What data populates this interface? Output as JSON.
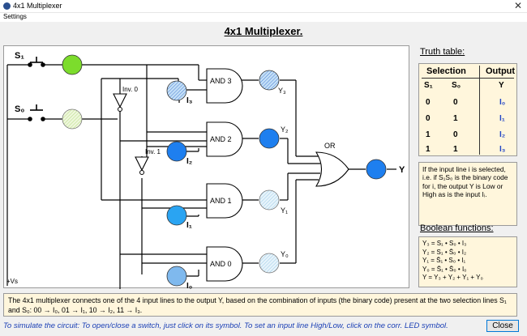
{
  "window": {
    "title": "4x1 Multiplexer",
    "close_glyph": "✕"
  },
  "menu": {
    "settings": "Settings"
  },
  "heading": "4x1 Multiplexer.",
  "circuit": {
    "switch_s1_label": "S₁",
    "switch_s0_label": "S₀",
    "inverter0_label": "Inv. 0",
    "inverter1_label": "Inv. 1",
    "gates": [
      "AND 3",
      "AND 2",
      "AND 1",
      "AND 0",
      "OR"
    ],
    "input_labels": [
      "I₃",
      "I₂",
      "I₁",
      "I₀"
    ],
    "output_labels": [
      "Y₃",
      "Y₂",
      "Y₁",
      "Y₀"
    ],
    "final_output": "Y",
    "supply_label": "+Vs",
    "colors": {
      "led_on_green": "#7cdc2c",
      "led_off_green": "#e4f3c8",
      "led_on_blue": "#1e7fef",
      "led_off_blue": "#c4e0f7"
    }
  },
  "truth_table": {
    "title": "Truth table:",
    "header_selection": "Selection",
    "header_output": "Output",
    "col_s1": "S₁",
    "col_s0": "S₀",
    "col_y": "Y",
    "rows": [
      {
        "s1": "0",
        "s0": "0",
        "out": "I₀"
      },
      {
        "s1": "0",
        "s0": "1",
        "out": "I₁"
      },
      {
        "s1": "1",
        "s0": "0",
        "out": "I₂"
      },
      {
        "s1": "1",
        "s0": "1",
        "out": "I₃"
      }
    ]
  },
  "note": "If the input line i is selected, i.e. if S₁S₀ is the binary code for i, the output Y is Low or High as is the input Iᵢ.",
  "boolean": {
    "title": "Boolean functions:",
    "lines": [
      "Y₃ = S₁ • S₀ • I₃",
      "Y₂ = S₁ • S̄₀ • I₂",
      "Y₁ = S̄₁ • S₀ • I₁",
      "Y₀ = S̄₁ • S̄₀ • I₀",
      "Y  = Y₃ + Y₂ + Y₁ + Y₀"
    ]
  },
  "description": "The 4x1 multiplexer connects one of the 4 input lines to the output Y, based on the combination of inputs (the binary code) present at the two selection lines S₁ and S₀: 00 → I₀, 01 → I₁, 10 → I₂, 11 → I₃.",
  "hint": "To simulate the circuit: To open/close a switch, just click on its symbol. To set an input line High/Low, click on the corr. LED symbol.",
  "close_button": "Close"
}
